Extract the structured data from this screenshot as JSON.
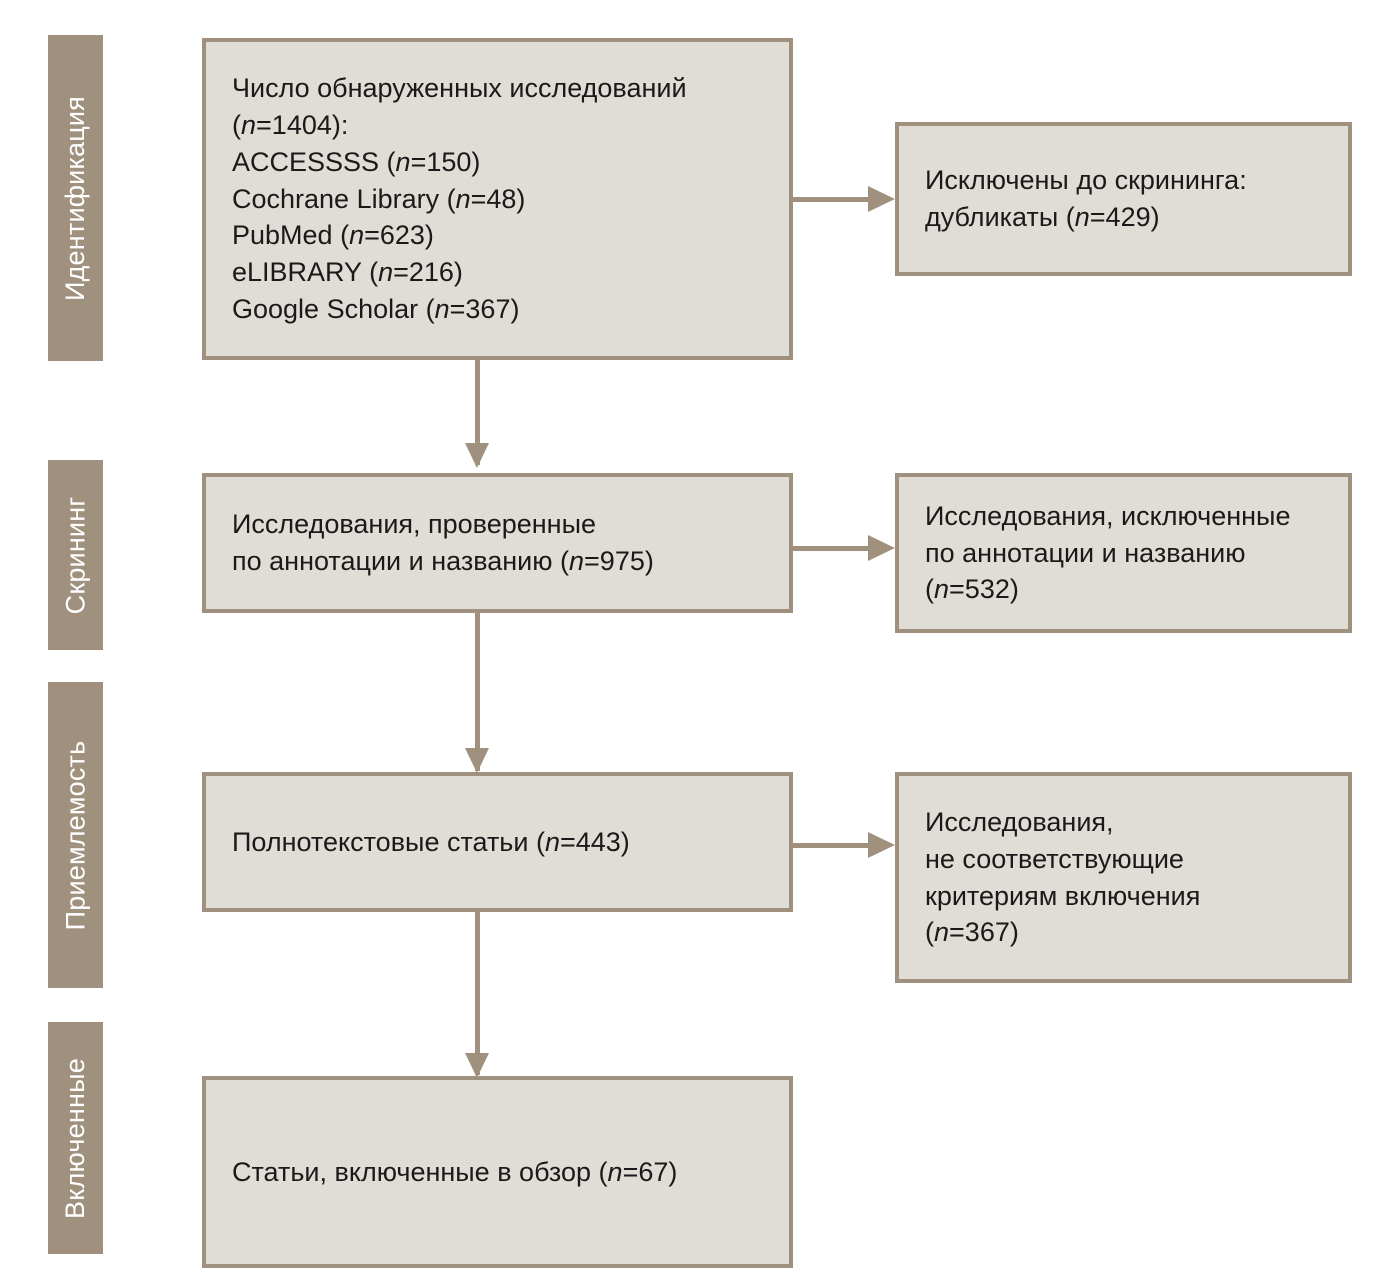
{
  "diagram": {
    "title": "PRISMA flow diagram",
    "colors": {
      "background": "#ffffff",
      "box_fill": "#e0dcd6",
      "accent": "#a0917f",
      "text": "#1a1a1a",
      "stage_label_text": "#ffffff"
    }
  },
  "stages": [
    {
      "id": "identification",
      "label": "Идентификация"
    },
    {
      "id": "screening",
      "label": "Скрининг"
    },
    {
      "id": "eligibility",
      "label": "Приемлемость"
    },
    {
      "id": "included",
      "label": "Включенные"
    }
  ],
  "boxes": {
    "identification": {
      "heading": "Число обнаруженных исследований",
      "total_label": "(n=1404):",
      "total_n": 1404,
      "sources": [
        {
          "name": "ACCESSSS",
          "n": 150,
          "line": "ACCESSSS (n=150)"
        },
        {
          "name": "Cochrane Library",
          "n": 48,
          "line": "Cochrane Library (n=48)"
        },
        {
          "name": "PubMed",
          "n": 623,
          "line": "PubMed (n=623)"
        },
        {
          "name": "eLIBRARY",
          "n": 216,
          "line": "eLIBRARY (n=216)"
        },
        {
          "name": "Google Scholar",
          "n": 367,
          "line": "Google Scholar (n=367)"
        }
      ],
      "text": "Число обнаруженных исследований\n(n=1404):\nACCESSSS (n=150)\nCochrane Library (n=48)\nPubMed (n=623)\neLIBRARY (n=216)\nGoogle Scholar (n=367)"
    },
    "identification_excluded": {
      "text": "Исключены до скрининга:\nдубликаты (n=429)",
      "n": 429
    },
    "screening": {
      "text": "Исследования, проверенные\nпо аннотации и названию (n=975)",
      "n": 975
    },
    "screening_excluded": {
      "text": "Исследования, исключенные\nпо аннотации и названию\n(n=532)",
      "n": 532
    },
    "eligibility": {
      "text": "Полнотекстовые статьи (n=443)",
      "n": 443
    },
    "eligibility_excluded": {
      "text": "Исследования,\nне соответствующие\nкритериям включения\n(n=367)",
      "n": 367
    },
    "included": {
      "text": "Статьи, включенные в обзор (n=67)",
      "n": 67
    }
  }
}
